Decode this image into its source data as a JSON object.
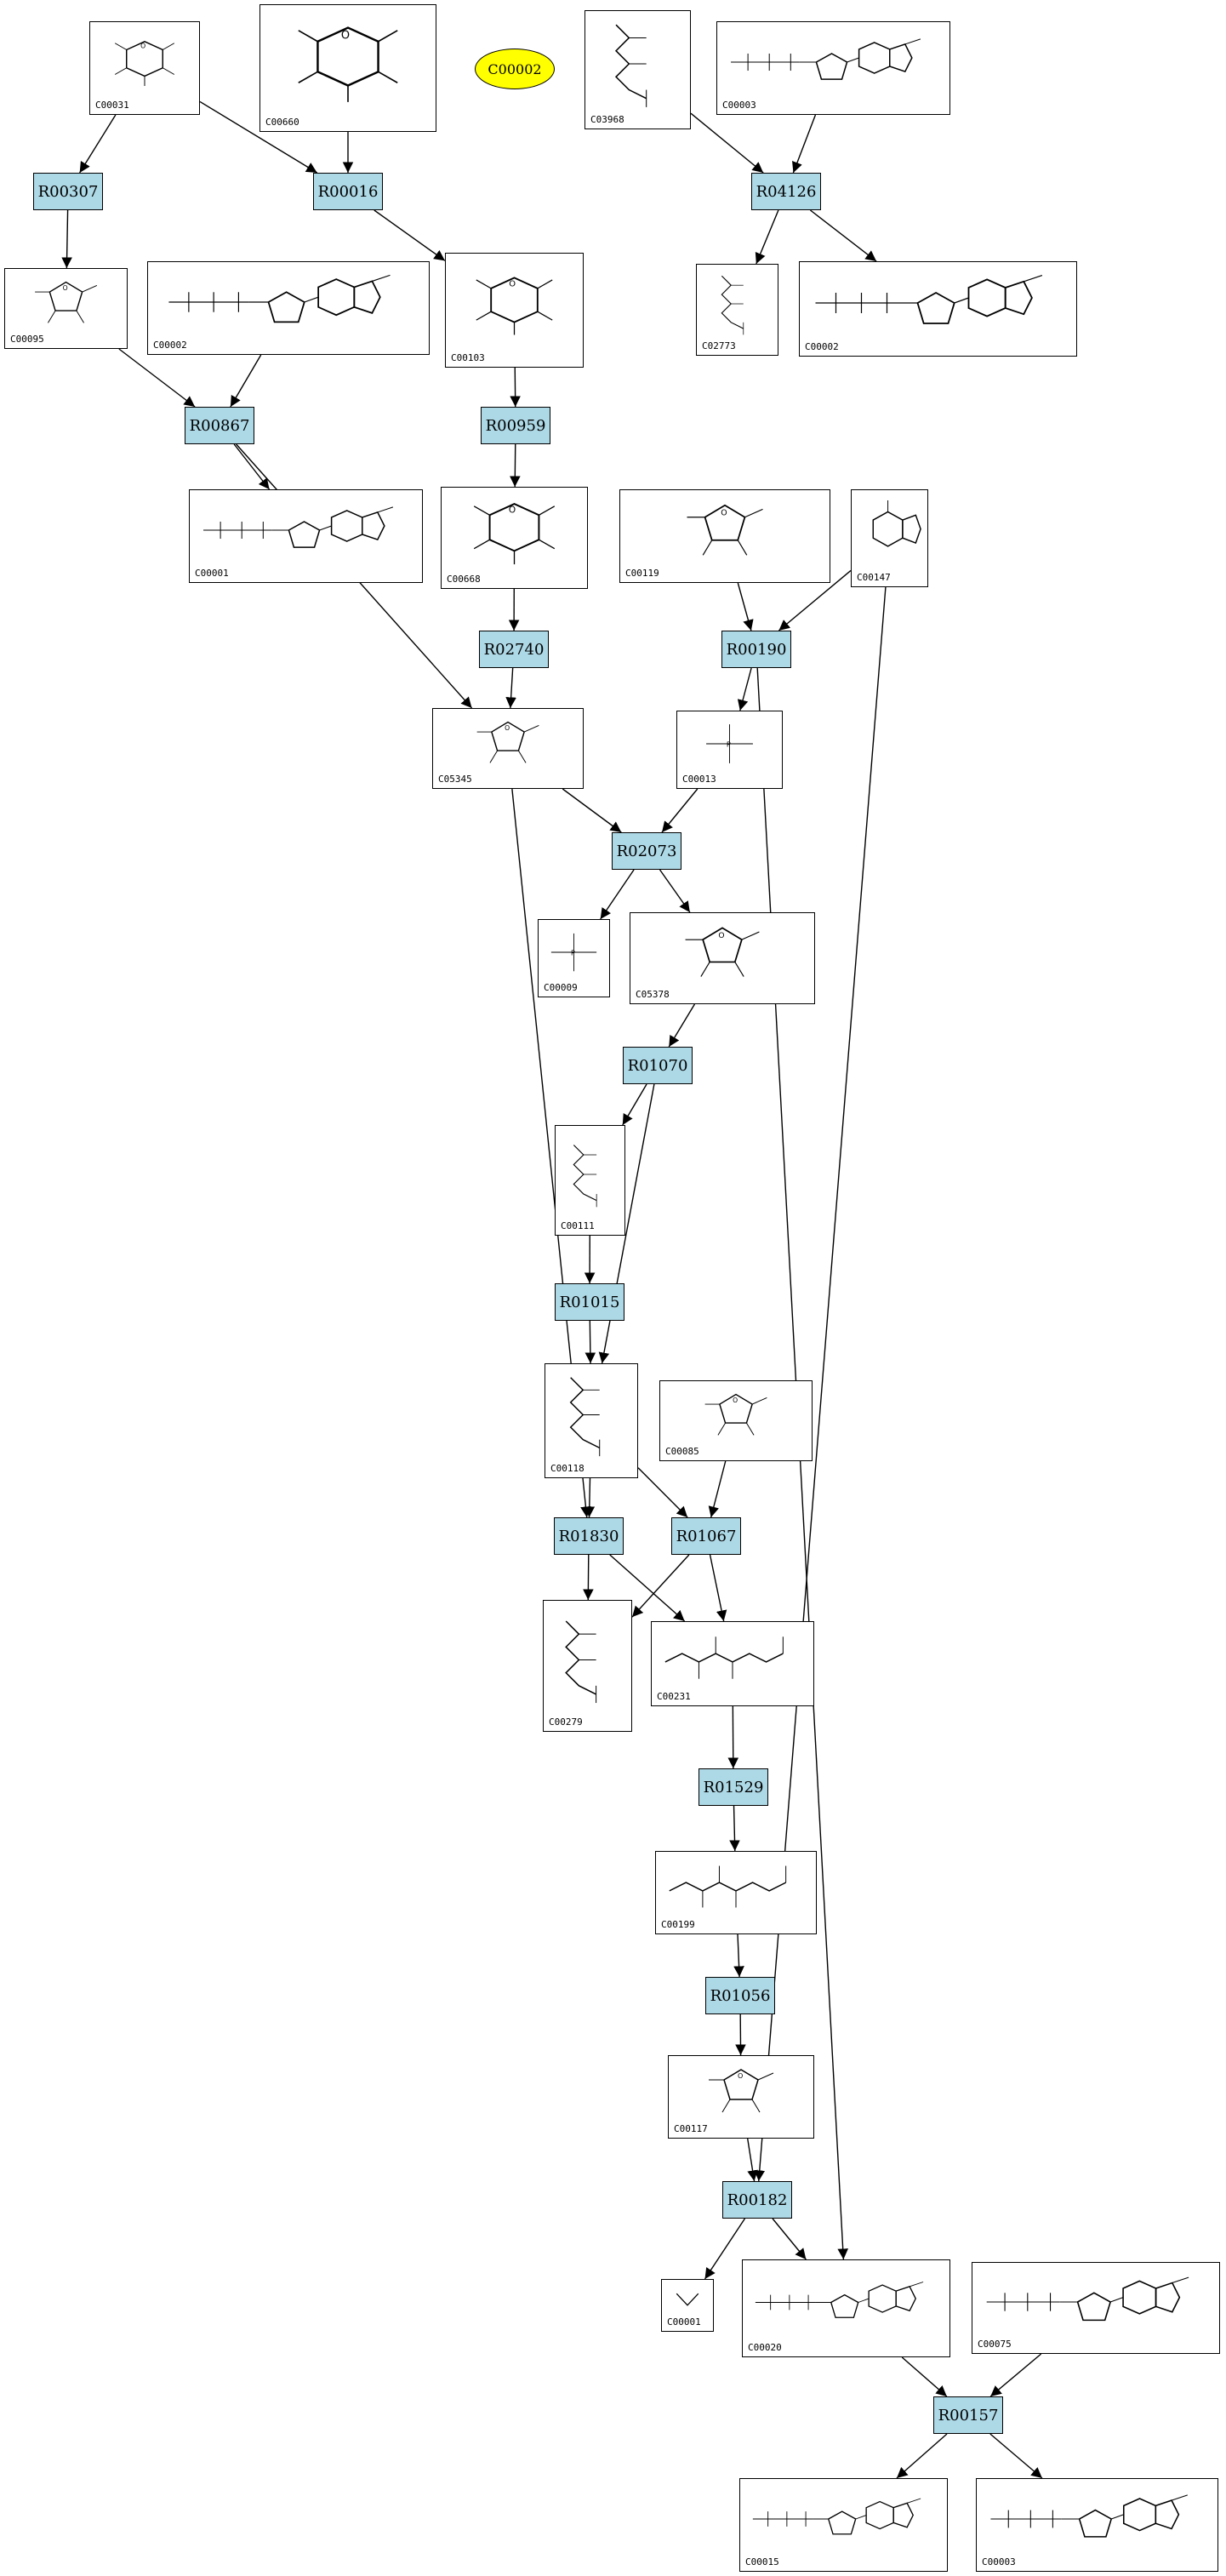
{
  "diagram": {
    "compounds": [
      {
        "id": "C00031",
        "label": "C00031"
      },
      {
        "id": "C00660",
        "label": "C00660"
      },
      {
        "id": "C03968",
        "label": "C03968"
      },
      {
        "id": "C00003a",
        "label": "C00003"
      },
      {
        "id": "C00095",
        "label": "C00095"
      },
      {
        "id": "C00002a",
        "label": "C00002"
      },
      {
        "id": "C00103",
        "label": "C00103"
      },
      {
        "id": "C02773",
        "label": "C02773"
      },
      {
        "id": "C00002b",
        "label": "C00002"
      },
      {
        "id": "C00001a",
        "label": "C00001"
      },
      {
        "id": "C00668",
        "label": "C00668"
      },
      {
        "id": "C00119",
        "label": "C00119"
      },
      {
        "id": "C00147",
        "label": "C00147"
      },
      {
        "id": "C05345",
        "label": "C05345"
      },
      {
        "id": "C00013",
        "label": "C00013"
      },
      {
        "id": "C00009",
        "label": "C00009"
      },
      {
        "id": "C05378",
        "label": "C05378"
      },
      {
        "id": "C00111",
        "label": "C00111"
      },
      {
        "id": "C00118",
        "label": "C00118"
      },
      {
        "id": "C00085",
        "label": "C00085"
      },
      {
        "id": "C00279",
        "label": "C00279"
      },
      {
        "id": "C00231",
        "label": "C00231"
      },
      {
        "id": "C00199",
        "label": "C00199"
      },
      {
        "id": "C00117",
        "label": "C00117"
      },
      {
        "id": "C00001b",
        "label": "C00001"
      },
      {
        "id": "C00020",
        "label": "C00020"
      },
      {
        "id": "C00075",
        "label": "C00075"
      },
      {
        "id": "C00015",
        "label": "C00015"
      },
      {
        "id": "C00003b",
        "label": "C00003"
      }
    ],
    "reactions": [
      {
        "id": "R00307",
        "label": "R00307"
      },
      {
        "id": "R00016",
        "label": "R00016"
      },
      {
        "id": "R04126",
        "label": "R04126"
      },
      {
        "id": "R00867",
        "label": "R00867"
      },
      {
        "id": "R00959",
        "label": "R00959"
      },
      {
        "id": "R02740",
        "label": "R02740"
      },
      {
        "id": "R00190",
        "label": "R00190"
      },
      {
        "id": "R02073",
        "label": "R02073"
      },
      {
        "id": "R01070",
        "label": "R01070"
      },
      {
        "id": "R01015",
        "label": "R01015"
      },
      {
        "id": "R01830",
        "label": "R01830"
      },
      {
        "id": "R01067",
        "label": "R01067"
      },
      {
        "id": "R01529",
        "label": "R01529"
      },
      {
        "id": "R01056",
        "label": "R01056"
      },
      {
        "id": "R00182",
        "label": "R00182"
      },
      {
        "id": "R00157",
        "label": "R00157"
      }
    ],
    "highlight": {
      "id": "C00002hl",
      "label": "C00002",
      "color": "#ffff00"
    },
    "colors": {
      "reaction_fill": "#add8e6",
      "edge": "#000000"
    },
    "edges": [
      [
        "C00031",
        "R00307"
      ],
      [
        "C00031",
        "R00016"
      ],
      [
        "C00660",
        "R00016"
      ],
      [
        "C03968",
        "R04126"
      ],
      [
        "C00003a",
        "R04126"
      ],
      [
        "R00307",
        "C00095"
      ],
      [
        "R00016",
        "C00103"
      ],
      [
        "R04126",
        "C02773"
      ],
      [
        "R04126",
        "C00002b"
      ],
      [
        "C00095",
        "R00867"
      ],
      [
        "C00002a",
        "R00867"
      ],
      [
        "C00103",
        "R00959"
      ],
      [
        "R00867",
        "C00001a"
      ],
      [
        "R00867",
        "C05345"
      ],
      [
        "R00959",
        "C00668"
      ],
      [
        "C00668",
        "R02740"
      ],
      [
        "R02740",
        "C05345"
      ],
      [
        "C00119",
        "R00190"
      ],
      [
        "C00147",
        "R00190"
      ],
      [
        "R00190",
        "C00013"
      ],
      [
        "C05345",
        "R02073"
      ],
      [
        "C00013",
        "R02073"
      ],
      [
        "R02073",
        "C00009"
      ],
      [
        "R02073",
        "C05378"
      ],
      [
        "C05378",
        "R01070"
      ],
      [
        "R01070",
        "C00111"
      ],
      [
        "R01070",
        "C00118"
      ],
      [
        "C00111",
        "R01015"
      ],
      [
        "R01015",
        "C00118"
      ],
      [
        "C05345",
        "R01830"
      ],
      [
        "C00118",
        "R01830"
      ],
      [
        "C00118",
        "R01067"
      ],
      [
        "C00085",
        "R01067"
      ],
      [
        "R01830",
        "C00279"
      ],
      [
        "R01830",
        "C00231"
      ],
      [
        "R01067",
        "C00279"
      ],
      [
        "R01067",
        "C00231"
      ],
      [
        "C00231",
        "R01529"
      ],
      [
        "R01529",
        "C00199"
      ],
      [
        "C00199",
        "R01056"
      ],
      [
        "R01056",
        "C00117"
      ],
      [
        "C00117",
        "R00182"
      ],
      [
        "C00147",
        "R00182"
      ],
      [
        "R00182",
        "C00001b"
      ],
      [
        "R00182",
        "C00020"
      ],
      [
        "R00190",
        "C00020"
      ],
      [
        "C00020",
        "R00157"
      ],
      [
        "C00075",
        "R00157"
      ],
      [
        "R00157",
        "C00015"
      ],
      [
        "R00157",
        "C00003b"
      ]
    ]
  }
}
